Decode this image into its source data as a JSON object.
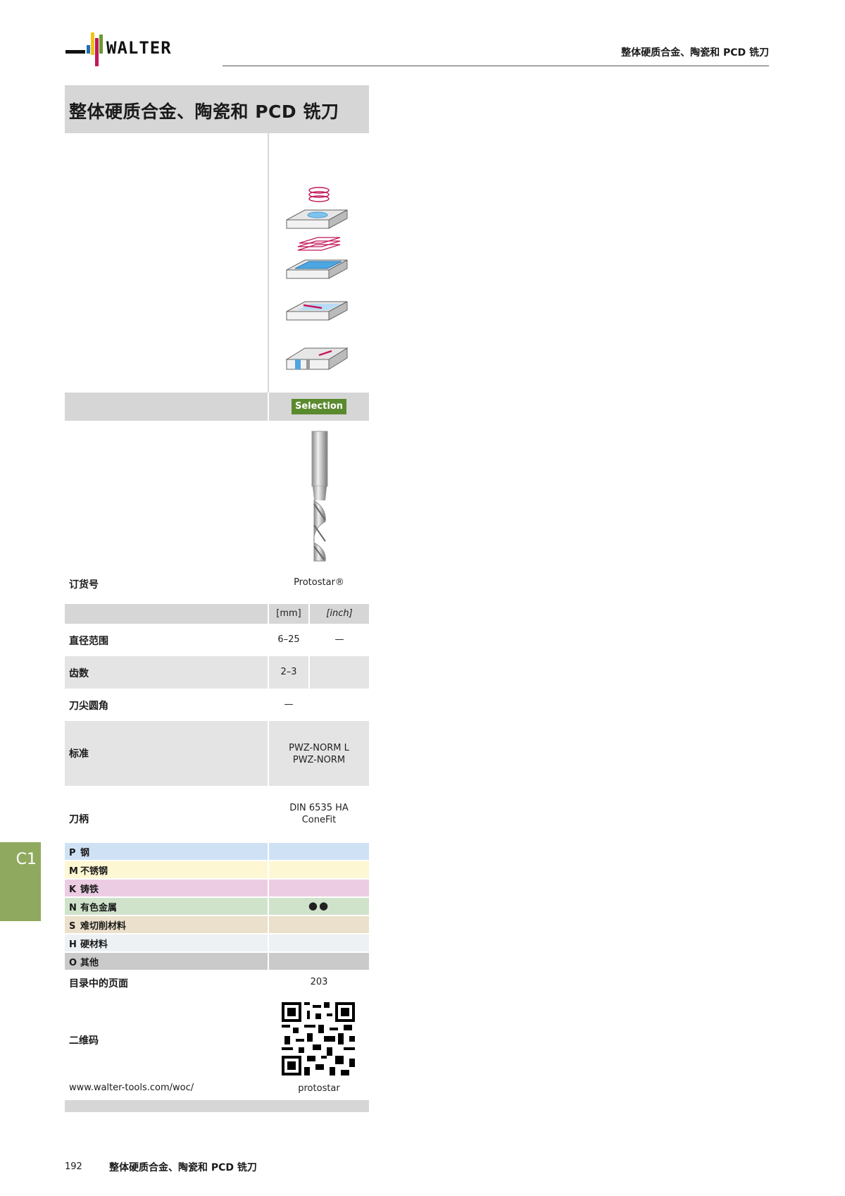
{
  "header": {
    "brand": "WALTER",
    "section_title": "整体硬质合金、陶瓷和 PCD 铣刀"
  },
  "title": "整体硬质合金、陶瓷和 PCD 铣刀",
  "application_icons": [
    "helical-interpolation-icon",
    "pocket-milling-icon",
    "face-milling-icon",
    "slot-milling-icon"
  ],
  "selection_label": "Selection",
  "product": {
    "order_label": "订货号",
    "name": "Protostar®"
  },
  "units": {
    "mm": "[mm]",
    "inch": "[inch]"
  },
  "specs": [
    {
      "label": "直径范围",
      "mm": "6–25",
      "inch": "—"
    },
    {
      "label": "齿数",
      "mm": "2–3",
      "inch": ""
    },
    {
      "label": "刀尖圆角",
      "value": "—"
    },
    {
      "label": "标准",
      "line1": "PWZ-NORM L",
      "line2": "PWZ-NORM"
    },
    {
      "label": "刀柄",
      "line1": "DIN 6535 HA",
      "line2": "ConeFit"
    }
  ],
  "materials": [
    {
      "letter": "P",
      "name": "钢",
      "value": "",
      "color": "#cfe2f5"
    },
    {
      "letter": "M",
      "name": "不锈钢",
      "value": "",
      "color": "#fdf7d3"
    },
    {
      "letter": "K",
      "name": "铸铁",
      "value": "",
      "color": "#eccce2"
    },
    {
      "letter": "N",
      "name": "有色金属",
      "value": "●●",
      "color": "#cfe3ca"
    },
    {
      "letter": "S",
      "name": "难切削材料",
      "value": "",
      "color": "#ebe0cb"
    },
    {
      "letter": "H",
      "name": "硬材料",
      "value": "",
      "color": "#eef1f4"
    },
    {
      "letter": "O",
      "name": "其他",
      "value": "",
      "color": "#cacaca"
    }
  ],
  "catalog_page": {
    "label": "目录中的页面",
    "value": "203"
  },
  "qr": {
    "label": "二维码"
  },
  "link": {
    "url": "www.walter-tools.com/woc/",
    "code": "protostar"
  },
  "side_tab": "C1",
  "footer": {
    "page": "192",
    "title": "整体硬质合金、陶瓷和 PCD 铣刀"
  }
}
